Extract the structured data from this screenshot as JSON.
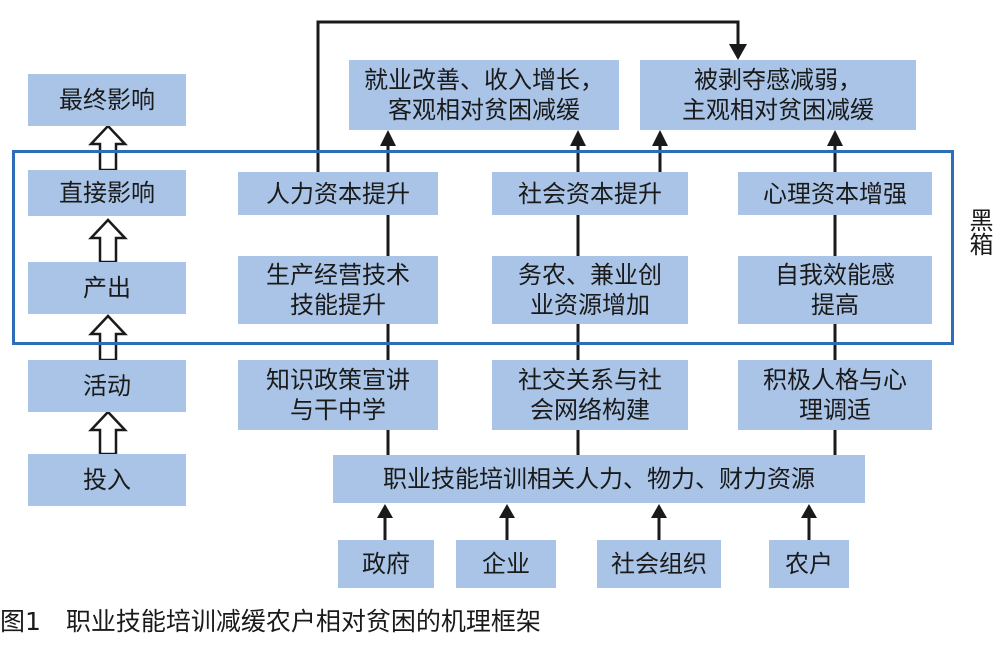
{
  "left_chain": {
    "final_impact": "最终影响",
    "direct_impact": "直接影响",
    "output": "产出",
    "activity": "活动",
    "input": "投入"
  },
  "top": {
    "objective": "就业改善、收入增长，\n客观相对贫困减缓",
    "subjective": "被剥夺感减弱，\n主观相对贫困减缓"
  },
  "direct": {
    "human": "人力资本提升",
    "social": "社会资本提升",
    "psych": "心理资本增强"
  },
  "output": {
    "skill": "生产经营技术\n技能提升",
    "resource": "务农、兼业创\n业资源增加",
    "efficacy": "自我效能感\n提高"
  },
  "activity": {
    "knowledge": "知识政策宣讲\n与干中学",
    "network": "社交关系与社\n会网络构建",
    "personality": "积极人格与心\n理调适"
  },
  "resources": "职业技能培训相关人力、物力、财力资源",
  "actors": {
    "government": "政府",
    "enterprise": "企业",
    "social_org": "社会组织",
    "farmers": "农户"
  },
  "black_box_label": "黑箱",
  "caption": "图1　职业技能培训减缓农户相对贫困的机理框架",
  "colors": {
    "box_fill": "#a9c4e6",
    "frame": "#2e6db8",
    "line": "#1a1a1a"
  }
}
